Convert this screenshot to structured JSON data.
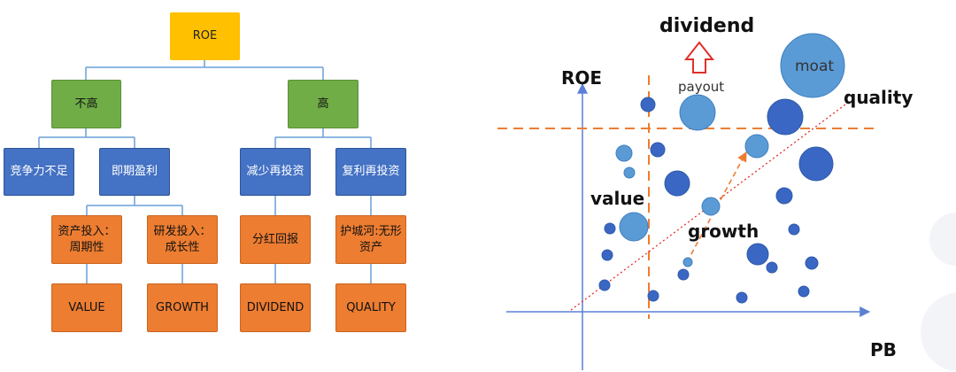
{
  "tree": {
    "root": "ROE",
    "level1": [
      "不高",
      "高"
    ],
    "level2": [
      "竞争力不足",
      "即期盈利",
      "减少再投资",
      "复利再投资"
    ],
    "level3": [
      "资产投入：周期性",
      "研发投入：成长性",
      "分红回报",
      "护城河:无形资产"
    ],
    "level4": [
      "VALUE",
      "GROWTH",
      "DIVIDEND",
      "QUALITY"
    ]
  },
  "diagram": {
    "y_axis_label": "ROE",
    "x_axis_label": "PB",
    "labels": {
      "dividend": "dividend",
      "payout": "payout",
      "moat": "moat",
      "quality": "quality",
      "value": "value",
      "growth": "growth"
    }
  },
  "colors": {
    "yellow": "#ffc000",
    "green": "#70ad47",
    "blue": "#4472c4",
    "orange": "#ed7d31",
    "axis": "#5b7fd6",
    "dashed_line": "#ed7d31",
    "quality_line": "#e0302a",
    "arrow": "#e0302a",
    "bubble_dark": "#3a67c4",
    "bubble_light": "#5b9bd5"
  }
}
